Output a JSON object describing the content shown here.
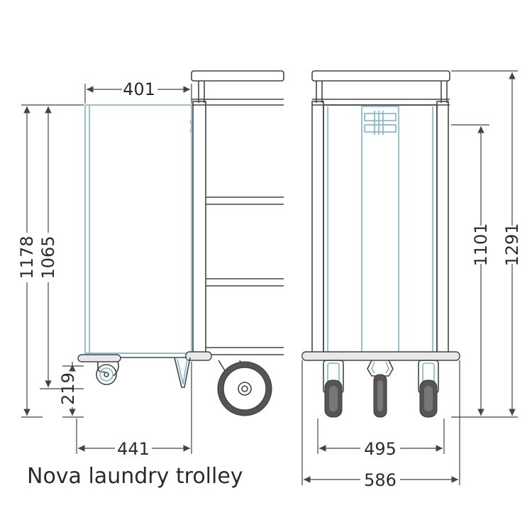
{
  "title": "Nova laundry trolley",
  "dimensions": {
    "side_top_width": "401",
    "side_height_total": "1178",
    "side_height_body": "1065",
    "side_clearance": "219",
    "side_base_width": "441",
    "front_height_body": "1101",
    "front_height_total": "1291",
    "front_inner_width": "495",
    "front_total_width": "586"
  },
  "colors": {
    "line": "#444444",
    "bag": "#7fb6c6"
  }
}
